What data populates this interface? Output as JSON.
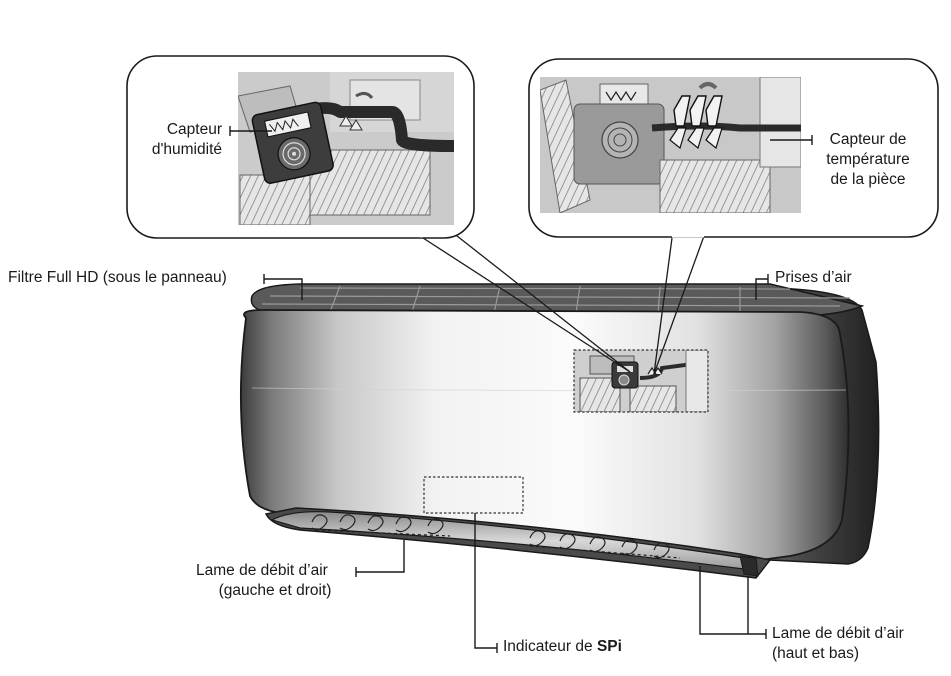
{
  "labels": {
    "humidity_sensor": [
      "Capteur",
      "d'humidité"
    ],
    "room_temp_sensor": [
      "Capteur de",
      "température",
      "de la pièce"
    ],
    "filter": "Filtre Full HD (sous le panneau)",
    "air_intake": "Prises d’air",
    "lr_blade": [
      "Lame de débit d’air",
      "(gauche et droit)"
    ],
    "spi_prefix": "Indicateur de ",
    "spi_bold": "SPi",
    "ud_blade": [
      "Lame de débit d’air",
      "(haut et bas)"
    ]
  },
  "colors": {
    "line": "#1a1a1a",
    "callout_fill": "#ffffff",
    "inset_bg": "#c9c9c9",
    "unit_dark": "#3a3a3a",
    "unit_light": "#f4f4f4"
  }
}
